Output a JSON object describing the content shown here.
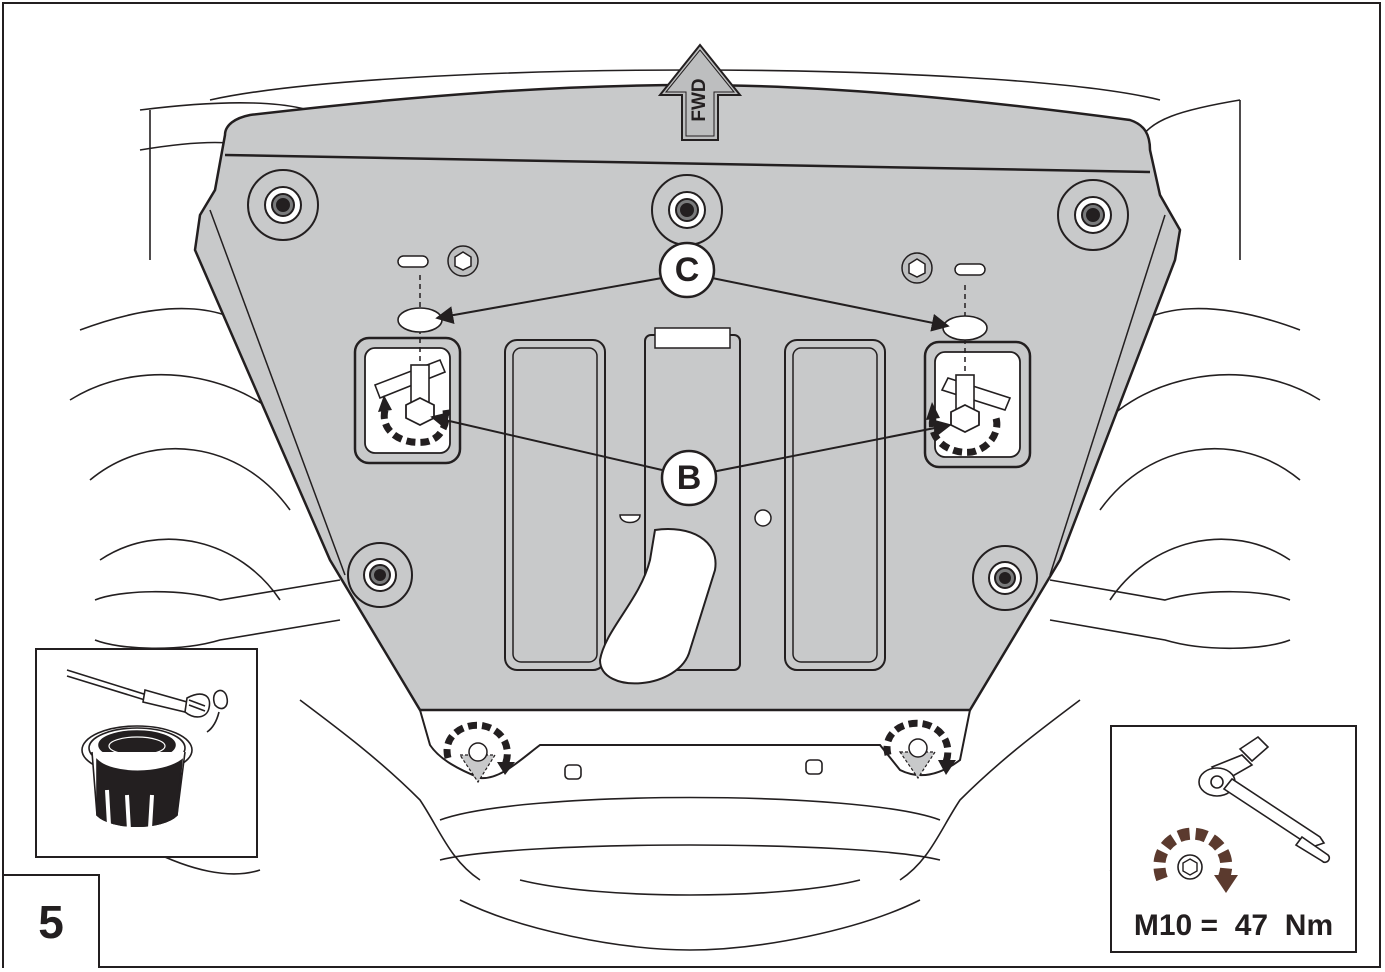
{
  "step": {
    "number": "5"
  },
  "arrow": {
    "label": "FWD"
  },
  "callouts": [
    {
      "letter": "C"
    },
    {
      "letter": "B"
    }
  ],
  "torque": {
    "text": "M10 =  47  Nm"
  },
  "icons": {
    "paint": "paint-brush-can-icon",
    "wrench": "ratchet-wrench-icon",
    "rotation": "tighten-clockwise-icon"
  },
  "colors": {
    "line": "#231f20",
    "plate": "#c8c9ca",
    "plate_top": "#bdbebf",
    "rotation_arrow": "#5b3a2e",
    "background": "#ffffff"
  }
}
